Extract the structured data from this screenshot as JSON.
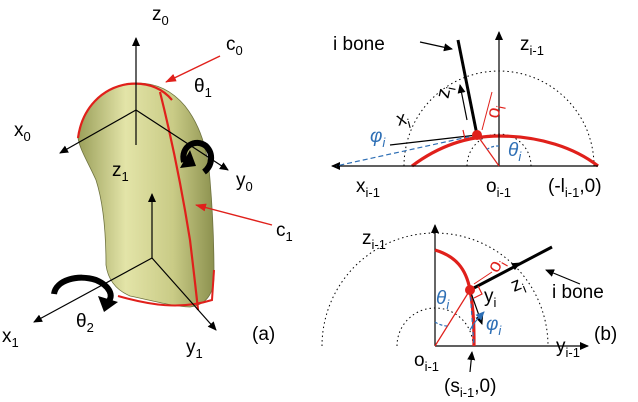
{
  "panel_a": {
    "tag": "(a)",
    "z0": {
      "base": "z",
      "sub": "0"
    },
    "x0": {
      "base": "x",
      "sub": "0"
    },
    "y0": {
      "base": "y",
      "sub": "0"
    },
    "z1": {
      "base": "z",
      "sub": "1"
    },
    "x1": {
      "base": "x",
      "sub": "1"
    },
    "y1": {
      "base": "y",
      "sub": "1"
    },
    "c0": {
      "base": "c",
      "sub": "0"
    },
    "c1": {
      "base": "c",
      "sub": "1"
    },
    "theta1": {
      "base": "θ",
      "sub": "1"
    },
    "theta2": {
      "base": "θ",
      "sub": "2"
    }
  },
  "panel_b_top": {
    "bone": "i bone",
    "z": {
      "base": "z",
      "sub": "i-1"
    },
    "zi": {
      "base": "z",
      "sub": "i"
    },
    "xi": {
      "base": "x",
      "sub": "i"
    },
    "oi": {
      "base": "o",
      "sub": "i"
    },
    "phi": {
      "base": "φ",
      "sub": "i"
    },
    "theta": {
      "base": "θ",
      "sub": "i"
    },
    "x": {
      "base": "x",
      "sub": "i-1"
    },
    "o": {
      "base": "o",
      "sub": "i-1"
    },
    "point_open": "(-l",
    "point_sub": "i-1",
    "point_close": ",0)"
  },
  "panel_b_bottom": {
    "tag": "(b)",
    "bone": "i bone",
    "z": {
      "base": "z",
      "sub": "i-1"
    },
    "zi": {
      "base": "z",
      "sub": "i"
    },
    "yi": {
      "base": "y",
      "sub": "i"
    },
    "oi": {
      "base": "o",
      "sub": "i"
    },
    "phi": {
      "base": "φ",
      "sub": "i"
    },
    "theta": {
      "base": "θ",
      "sub": "i"
    },
    "y": {
      "base": "y",
      "sub": "i-1"
    },
    "o": {
      "base": "o",
      "sub": "i-1"
    },
    "point_open": "(s",
    "point_sub": "i-1",
    "point_close": ",0)"
  },
  "colors": {
    "surface": "#d8d99b",
    "surface_shade": "#a3a862",
    "curve": "#e0201b",
    "angle": "#2e6fb5",
    "ink": "#000000"
  }
}
